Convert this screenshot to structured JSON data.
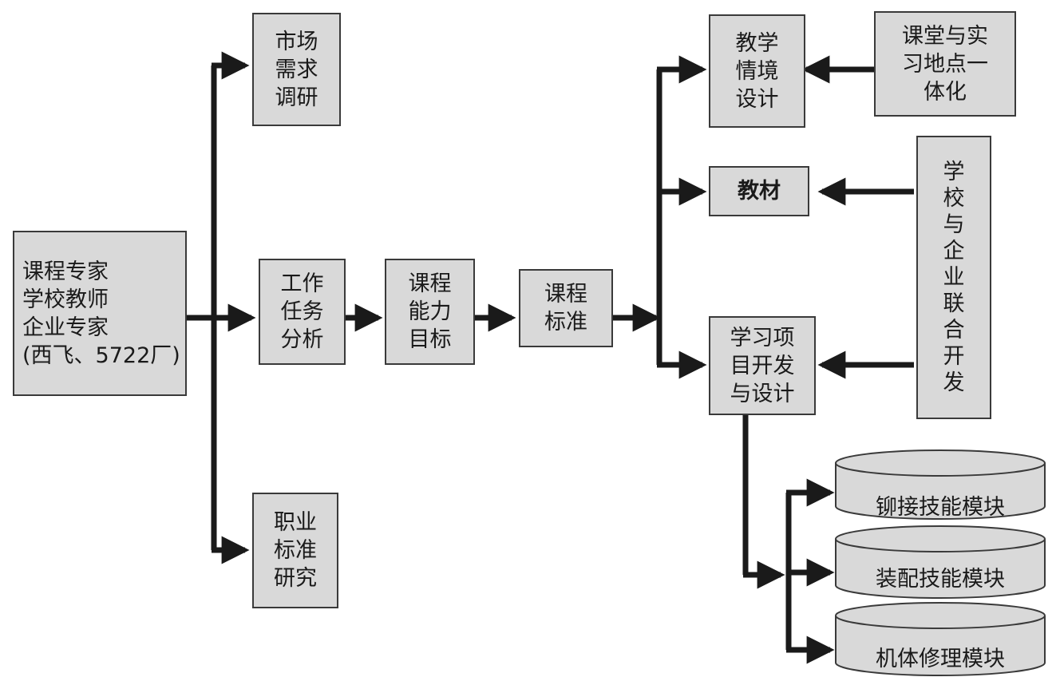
{
  "diagram": {
    "participants": {
      "lines": [
        "课程专家",
        "学校教师",
        "企业专家",
        "(西飞、5722厂)"
      ]
    },
    "market_research": {
      "lines": [
        "市场",
        "需求",
        "调研"
      ]
    },
    "job_task_analysis": {
      "lines": [
        "工作",
        "任务",
        "分析"
      ]
    },
    "vocational_standard": {
      "lines": [
        "职业",
        "标准",
        "研究"
      ]
    },
    "course_ability": {
      "lines": [
        "课程",
        "能力",
        "目标"
      ]
    },
    "course_standard": {
      "lines": [
        "课程",
        "标准"
      ]
    },
    "teaching_situation": {
      "lines": [
        "教学",
        "情境",
        "设计"
      ]
    },
    "textbook": {
      "lines": [
        "教材"
      ]
    },
    "learning_project": {
      "lines": [
        "学习项",
        "目开发",
        "与设计"
      ]
    },
    "classroom_integration": {
      "lines": [
        "课堂与实",
        "习地点一",
        "体化"
      ]
    },
    "school_enterprise": {
      "lines": [
        "学",
        "校",
        "与",
        "企",
        "业",
        "联",
        "合",
        "开",
        "发"
      ]
    },
    "modules": [
      {
        "label": "铆接技能模块"
      },
      {
        "label": "装配技能模块"
      },
      {
        "label": "机体修理模块"
      }
    ],
    "colors": {
      "box_fill": "#d9d9d9",
      "box_border": "#3a3a3a",
      "arrow": "#1a1a1a"
    }
  }
}
